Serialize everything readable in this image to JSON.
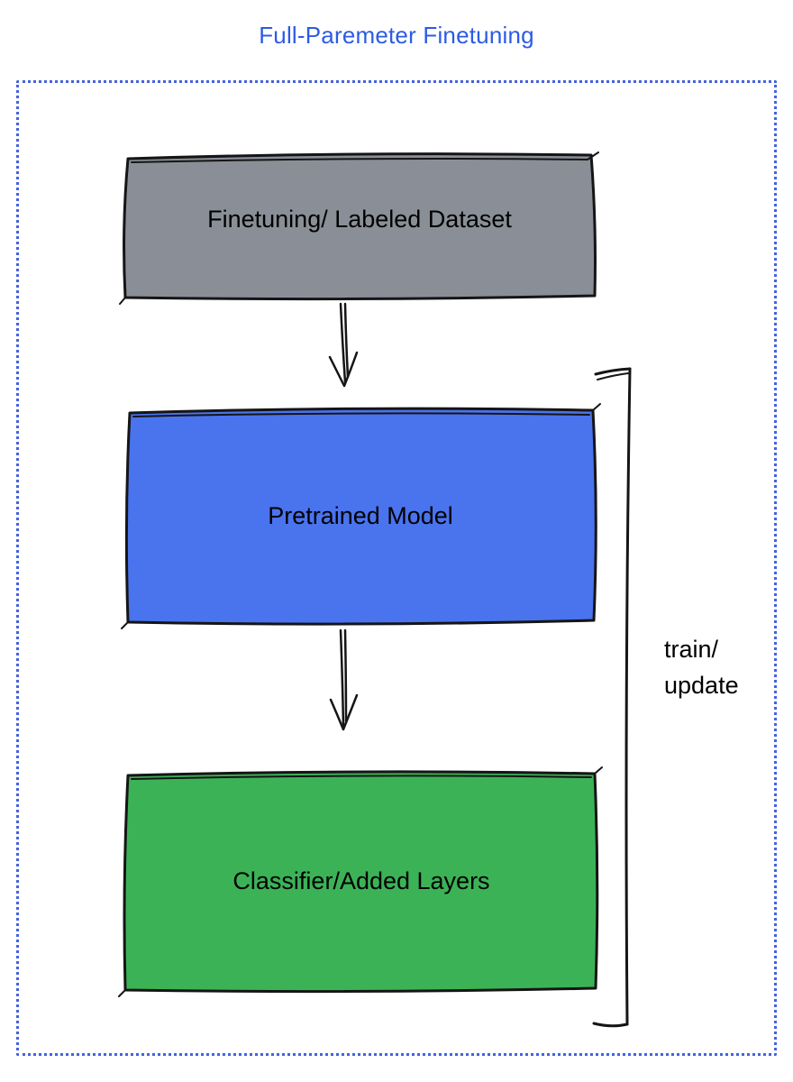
{
  "title": "Full-Paremeter Finetuning",
  "boxes": {
    "dataset": {
      "label": "Finetuning/ Labeled Dataset",
      "fill": "#8a8f97"
    },
    "pretrained": {
      "label": "Pretrained Model",
      "fill": "#4a73ee"
    },
    "classifier": {
      "label": "Classifier/Added Layers",
      "fill": "#3cb257"
    }
  },
  "bracket": {
    "line1": "train/",
    "line2": "update"
  },
  "colors": {
    "title": "#2c5be6",
    "frame": "#4363e0",
    "stroke": "#151515"
  }
}
